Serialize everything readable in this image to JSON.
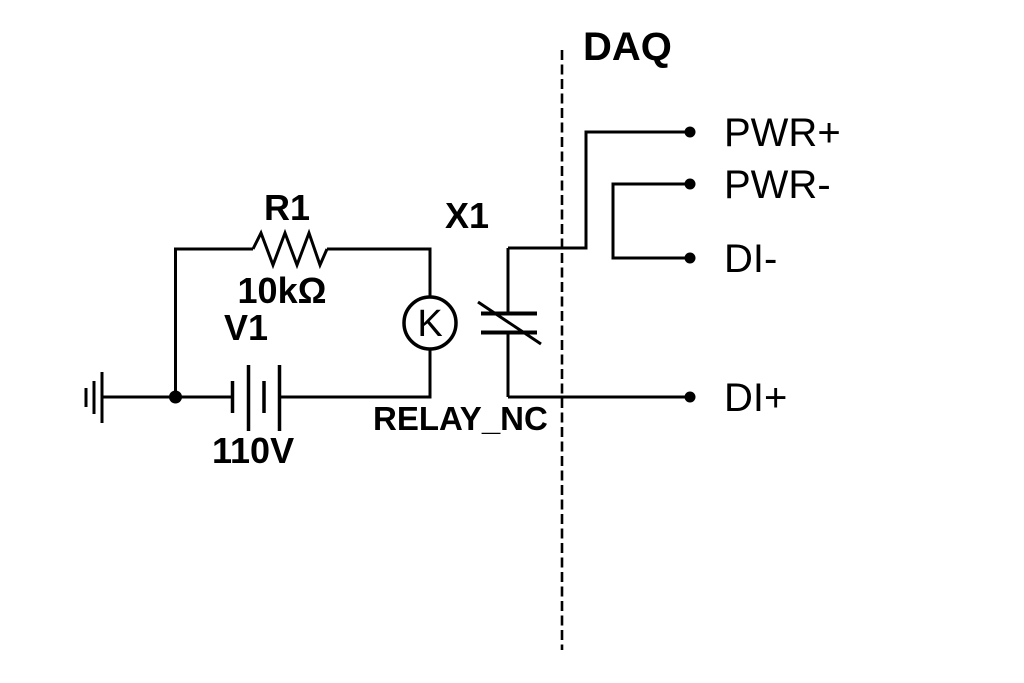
{
  "schematic": {
    "colors": {
      "ink": "#000000",
      "background": "#ffffff"
    },
    "boundary": {
      "label": "DAQ",
      "icon": "daq-boundary-dashed-line"
    },
    "components": {
      "resistor": {
        "ref": "R1",
        "value": "10kΩ",
        "icon": "resistor-zigzag-icon"
      },
      "source": {
        "ref": "V1",
        "value": "110V",
        "icon": "battery-icon"
      },
      "ground": {
        "icon": "ground-icon"
      },
      "coil": {
        "label": "K",
        "name": "RELAY_NC",
        "icon": "relay-coil-icon"
      },
      "contact": {
        "ref": "X1",
        "icon": "relay-nc-contact-icon"
      }
    },
    "terminals": [
      {
        "id": "pwr-plus",
        "label": "PWR+",
        "icon": "terminal-dot-icon"
      },
      {
        "id": "pwr-minus",
        "label": "PWR-",
        "icon": "terminal-dot-icon"
      },
      {
        "id": "di-minus",
        "label": "DI-",
        "icon": "terminal-dot-icon"
      },
      {
        "id": "di-plus",
        "label": "DI+",
        "icon": "terminal-dot-icon"
      }
    ]
  }
}
